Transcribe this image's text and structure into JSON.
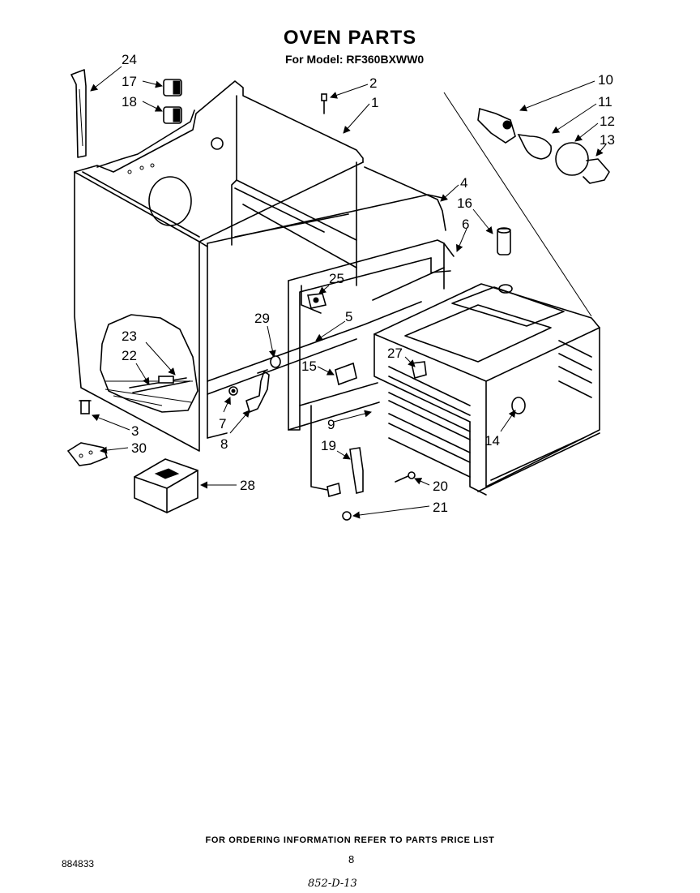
{
  "header": {
    "title": "OVEN PARTS",
    "model_line": "For Model: RF360BXWW0"
  },
  "diagram": {
    "callouts": [
      {
        "id": "c24",
        "label": "24"
      },
      {
        "id": "c17",
        "label": "17"
      },
      {
        "id": "c18",
        "label": "18"
      },
      {
        "id": "c2",
        "label": "2"
      },
      {
        "id": "c1",
        "label": "1"
      },
      {
        "id": "c10",
        "label": "10"
      },
      {
        "id": "c11",
        "label": "11"
      },
      {
        "id": "c12",
        "label": "12"
      },
      {
        "id": "c13",
        "label": "13"
      },
      {
        "id": "c4",
        "label": "4"
      },
      {
        "id": "c16",
        "label": "16"
      },
      {
        "id": "c6",
        "label": "6"
      },
      {
        "id": "c25",
        "label": "25"
      },
      {
        "id": "c29",
        "label": "29"
      },
      {
        "id": "c5",
        "label": "5"
      },
      {
        "id": "c23",
        "label": "23"
      },
      {
        "id": "c22",
        "label": "22"
      },
      {
        "id": "c27",
        "label": "27"
      },
      {
        "id": "c15",
        "label": "15"
      },
      {
        "id": "c3",
        "label": "3"
      },
      {
        "id": "c30",
        "label": "30"
      },
      {
        "id": "c7",
        "label": "7"
      },
      {
        "id": "c8",
        "label": "8"
      },
      {
        "id": "c9",
        "label": "9"
      },
      {
        "id": "c14",
        "label": "14"
      },
      {
        "id": "c19",
        "label": "19"
      },
      {
        "id": "c28",
        "label": "28"
      },
      {
        "id": "c20",
        "label": "20"
      },
      {
        "id": "c21",
        "label": "21"
      }
    ]
  },
  "footer": {
    "ordering_note": "FOR ORDERING INFORMATION REFER TO PARTS PRICE LIST",
    "doc_number": "884833",
    "page_number": "8",
    "handwritten_note": "852-D-13"
  }
}
